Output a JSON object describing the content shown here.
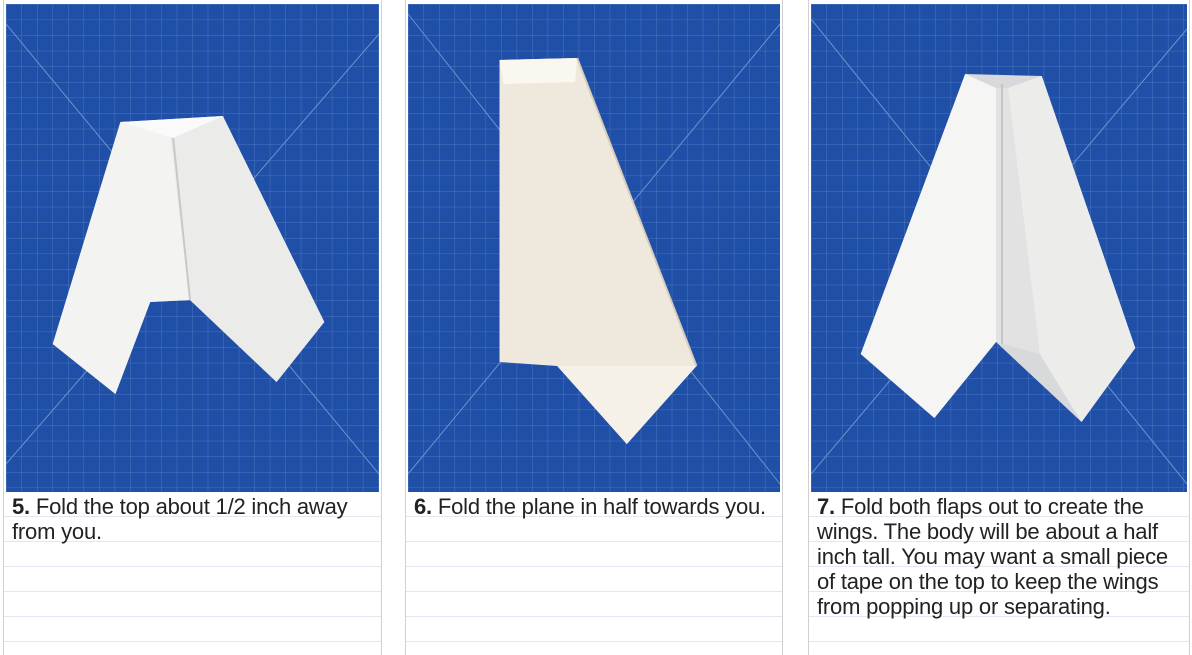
{
  "colors": {
    "mat_blue": "#1f4fa6",
    "grid_line": "#5f86c8",
    "paper": "#f4f2ee",
    "text": "#222222"
  },
  "steps": [
    {
      "number": "5.",
      "text": " Fold the top about 1/2 inch away from you."
    },
    {
      "number": "6.",
      "text": " Fold the plane in half towards you."
    },
    {
      "number": "7.",
      "text": " Fold both flaps out to create the wings. The body will be about a half inch tall. You may want a small piece of tape on the top to keep the wings from popping up or separating."
    }
  ]
}
